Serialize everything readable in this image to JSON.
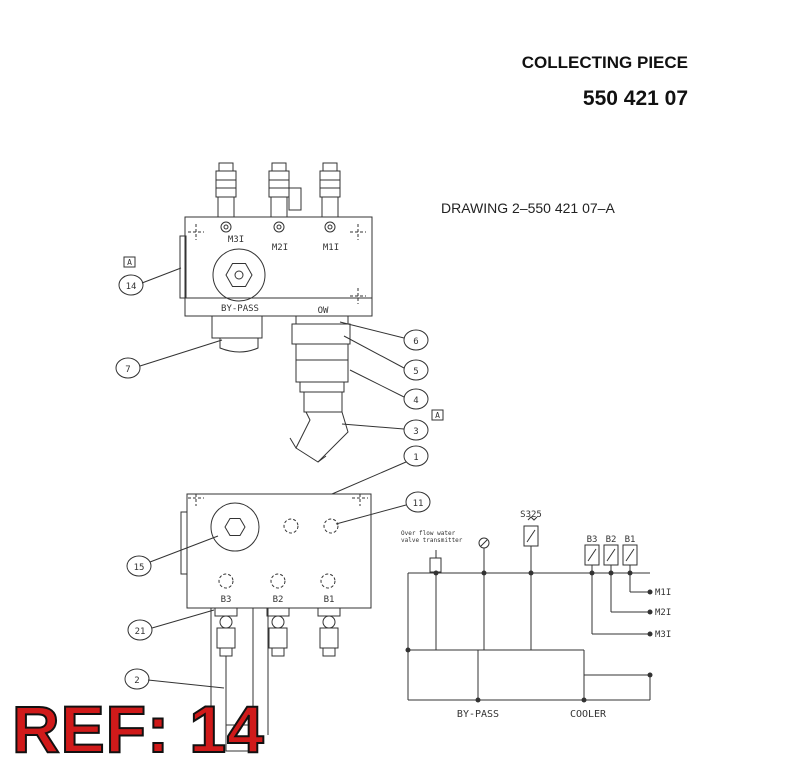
{
  "header": {
    "title": "COLLECTING PIECE",
    "part_number": "550 421 07"
  },
  "drawing_ref": "DRAWING 2–550 421 07–A",
  "ref_badge": "REF: 14",
  "top_view": {
    "port_labels": [
      "M3I",
      "M2I",
      "M1I"
    ],
    "bypass_label": "BY-PASS",
    "ow_label": "OW",
    "section_mark": "A"
  },
  "bottom_view": {
    "port_labels": [
      "B3",
      "B2",
      "B1"
    ]
  },
  "callouts": {
    "c14": "14",
    "c7": "7",
    "c6": "6",
    "c5": "5",
    "c4": "4",
    "c3": "3",
    "c1": "1",
    "c11": "11",
    "c15": "15",
    "c21": "21",
    "c2": "2"
  },
  "schematic": {
    "transmitter_label_1": "Over flow water",
    "transmitter_label_2": "valve transmitter",
    "switch_label": "S325",
    "b_labels": [
      "B3",
      "B2",
      "B1"
    ],
    "m_labels": [
      "M1I",
      "M2I",
      "M3I"
    ],
    "bypass_label": "BY-PASS",
    "cooler_label": "COOLER"
  }
}
